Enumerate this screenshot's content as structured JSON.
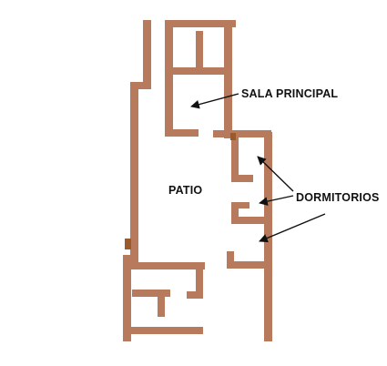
{
  "labels": {
    "sala_principal": "SALA PRINCIPAL",
    "patio": "PATIO",
    "dormitorios": "DORMITORIOS"
  },
  "colors": {
    "background": "#ffffff",
    "wall": "#b87a5c",
    "wall_dark": "#9a5a2a",
    "text": "#111111"
  }
}
